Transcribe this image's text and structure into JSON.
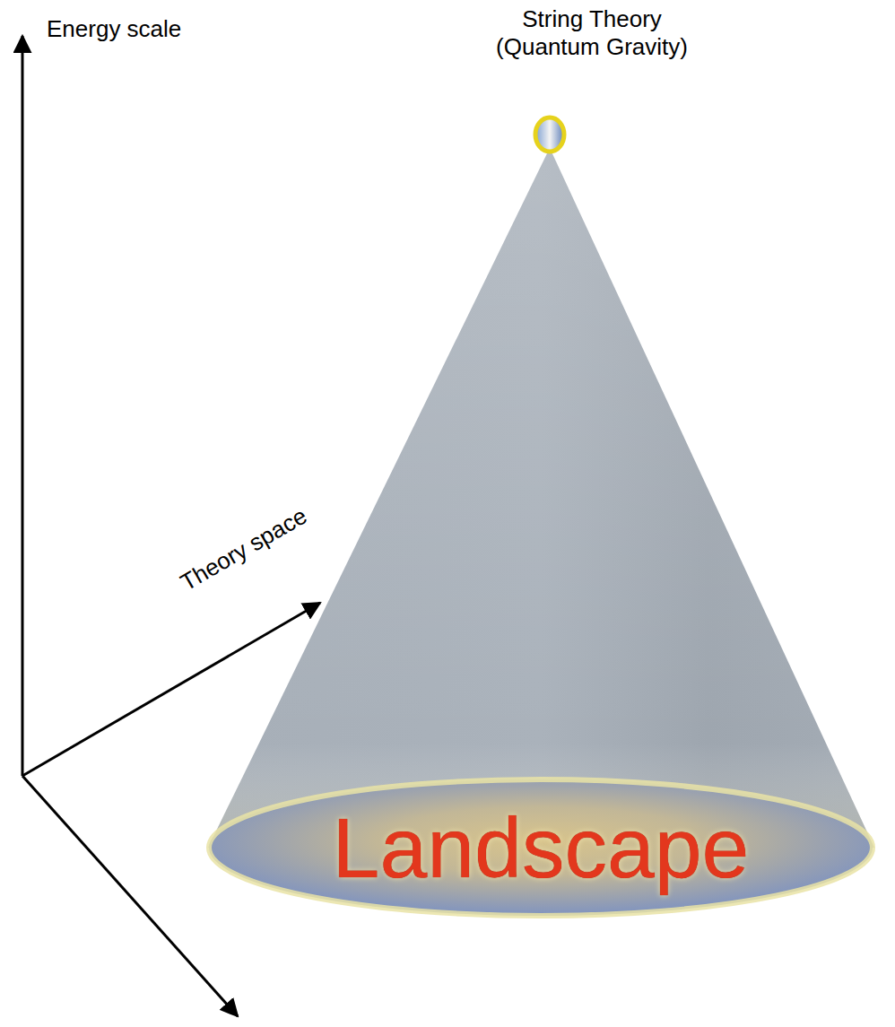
{
  "diagram": {
    "nodes": [
      {
        "text": [
          "String Theory (Quantum Gravity)"
        ]
      },
      {
        "text": [
          "Landscape"
        ]
      }
    ],
    "labels": [
      "Energy scale",
      "Theory space"
    ]
  }
}
